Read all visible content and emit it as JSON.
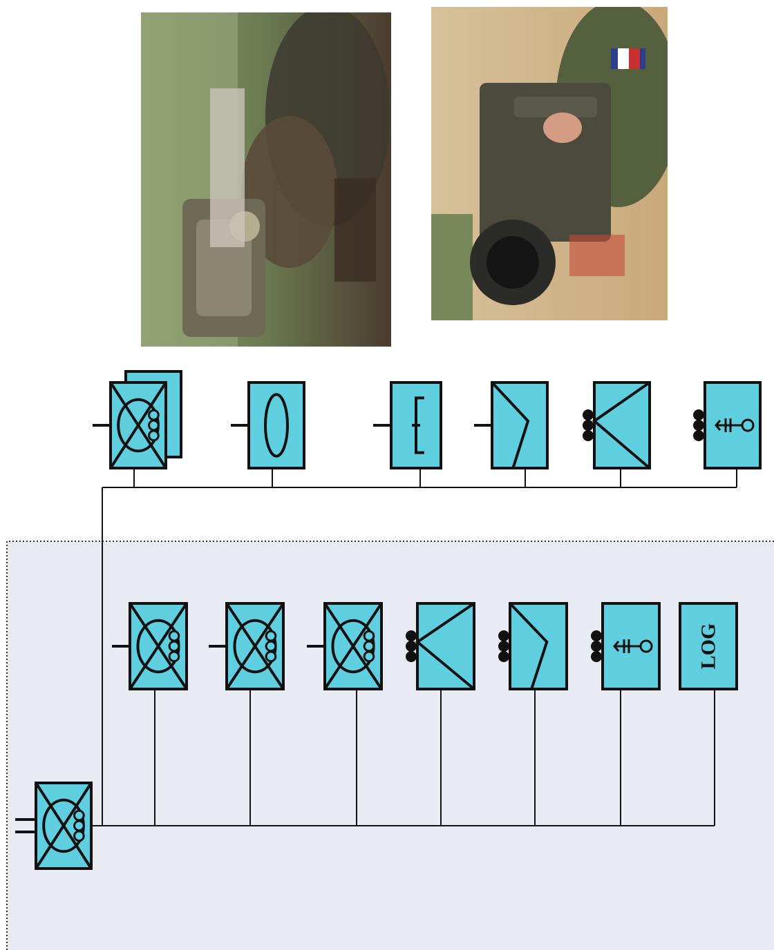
{
  "colors": {
    "unit_fill": "#5fcfe0",
    "stroke": "#111111",
    "panel_background": "#e9ebf3",
    "panel_border": "#333333"
  },
  "photos": [
    {
      "name": "photo-soldiers-antitank-launcher"
    },
    {
      "name": "photo-soldier-thermal-sight"
    }
  ],
  "top_row": [
    {
      "name": "top-company-hq-headquarters",
      "symbol": "cross-oval",
      "echelon": "bar",
      "stacked": true,
      "text": ""
    },
    {
      "name": "top-command-section",
      "symbol": "zero",
      "echelon": "bar",
      "text": ""
    },
    {
      "name": "top-engineer-section",
      "symbol": "e-bracket",
      "echelon": "bar",
      "text": ""
    },
    {
      "name": "top-antitank-section",
      "symbol": "antitank",
      "echelon": "bar",
      "text": ""
    },
    {
      "name": "top-armored-recon-platoon",
      "symbol": "recon",
      "echelon": "dots",
      "text": ""
    },
    {
      "name": "top-medical-platoon",
      "symbol": "medical",
      "echelon": "dots",
      "text": ""
    }
  ],
  "bottom_row": [
    {
      "name": "mech-infantry-company-1",
      "symbol": "cross-oval",
      "echelon": "bar",
      "text": ""
    },
    {
      "name": "mech-infantry-company-2",
      "symbol": "cross-oval",
      "echelon": "bar",
      "text": ""
    },
    {
      "name": "mech-infantry-company-3",
      "symbol": "cross-oval",
      "echelon": "bar",
      "text": ""
    },
    {
      "name": "recon-platoon",
      "symbol": "recon",
      "echelon": "dots",
      "text": ""
    },
    {
      "name": "antitank-platoon",
      "symbol": "antitank",
      "echelon": "dots",
      "text": ""
    },
    {
      "name": "medical-platoon",
      "symbol": "medical",
      "echelon": "dots",
      "text": ""
    },
    {
      "name": "logistics-unit",
      "symbol": "text",
      "echelon": "none",
      "text": "LOG"
    }
  ],
  "root": {
    "name": "battalion-hq",
    "symbol": "cross-oval",
    "echelon": "double-bar",
    "text": ""
  }
}
